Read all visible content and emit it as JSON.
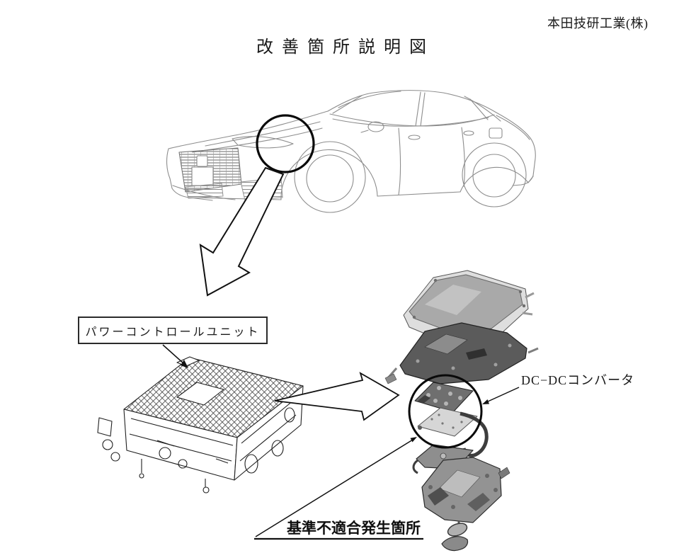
{
  "header": {
    "company": "本田技研工業(株)"
  },
  "title": "改 善 箇 所 説 明 図",
  "callouts": {
    "pcu_label": "パワーコントロールユニット",
    "dcdc_label": "DC−DCコンバータ",
    "defect_label": "基準不適合発生箇所"
  },
  "colors": {
    "ink": "#1a1a1a",
    "annotation_ink": "#0a0a0a",
    "car_line": "#8d8d8d",
    "part_gray": "#939393"
  }
}
